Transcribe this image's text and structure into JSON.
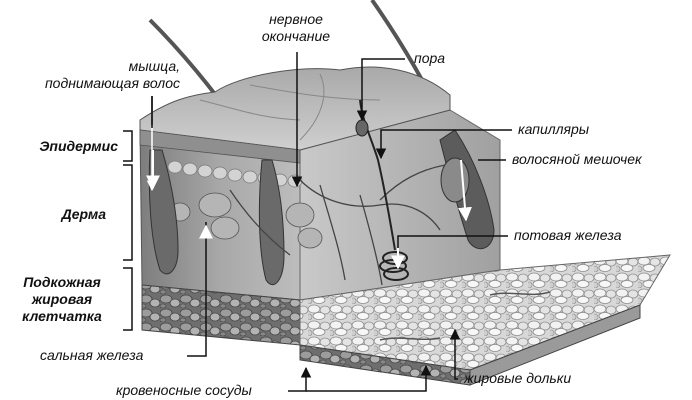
{
  "labels": {
    "nerve_ending_line1": "нервное",
    "nerve_ending_line2": "окончание",
    "muscle_line1": "мышца,",
    "muscle_line2": "поднимающая волос",
    "pore": "пора",
    "capillaries": "капилляры",
    "hair_follicle": "волосяной мешочек",
    "sweat_gland": "потовая железа",
    "sebaceous_gland": "сальная железа",
    "blood_vessels": "кровеносные сосуды",
    "fat_lobules": "жировые дольки"
  },
  "layers": {
    "epidermis": "Эпидермис",
    "dermis": "Дерма",
    "hypodermis_line1": "Подкожная",
    "hypodermis_line2": "жировая",
    "hypodermis_line3": "клетчатка"
  },
  "colors": {
    "line": "#111111",
    "fat_light": "#e9e9e9",
    "fat_dark": "#8a8a8a",
    "dermis": "#9a9a9a",
    "epidermis": "#b8b8b8"
  }
}
